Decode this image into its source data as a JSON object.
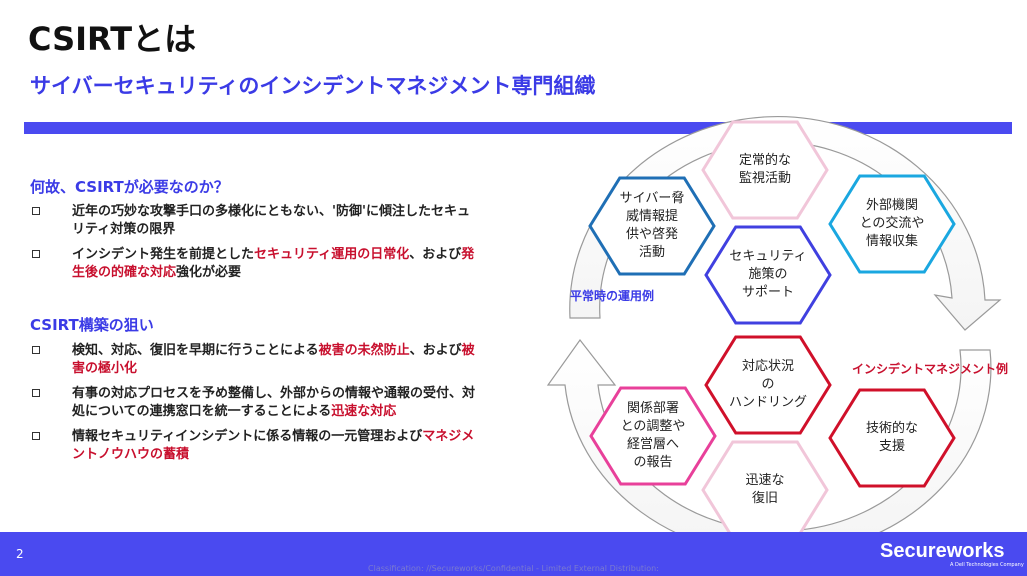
{
  "slide": {
    "title": "CSIRTとは",
    "subtitle": "サイバーセキュリティのインシデントマネジメント専門組織",
    "page_number": "2",
    "classification": "Classification: //Secureworks/Confidential - Limited External Distribution:",
    "logo": "Secureworks",
    "logo_sub": "A Dell Technologies Company"
  },
  "section1": {
    "heading": "何故、CSIRTが必要なのか？",
    "bullets": [
      {
        "text": "近年の巧妙な攻撃手口の多様化にともない、'防御'に傾注したセキュリティ対策の限界"
      },
      {
        "pre": "インシデント発生を前提とした",
        "red1": "セキュリティ運用の日常化",
        "mid": "、および",
        "red2": "発生後の的確な対応",
        "post": "強化が必要"
      }
    ]
  },
  "section2": {
    "heading": "CSIRT構築の狙い",
    "bullets": [
      {
        "pre": "検知、対応、復旧を早期に行うことによる",
        "red1": "被害の未然防止",
        "mid": "、および",
        "red2": "被害の極小化"
      },
      {
        "pre": "有事の対応プロセスを予め整備し、外部からの情報や通報の受付、対処についての連携窓口を統一することによる",
        "red1": "迅速な対応"
      },
      {
        "pre": "情報セキュリティインシデントに係る情報の一元管理および",
        "red1": "マネジメントノウハウの蓄積"
      }
    ]
  },
  "diagram": {
    "normal_ops_label": "平常時の運用例",
    "incident_label": "インシデントマネジメント例",
    "hex": {
      "monitoring": "定常的な\n監視活動",
      "threat_info": "サイバー脅\n威情報提\n供や啓発\n活動",
      "external": "外部機関\nとの交流や\n情報収集",
      "security_support": "セキュリティ\n施策の\nサポート",
      "handling": "対応状況\nの\nハンドリング",
      "reporting": "関係部署\nとの調整や\n経営層へ\nの報告",
      "technical": "技術的な\n支援",
      "recovery": "迅速な\n復旧"
    },
    "colors": {
      "blue_dark": "#1f6fb5",
      "blue_light": "#1aa7e0",
      "purple": "#4040e0",
      "pink_light": "#f1c6d9",
      "red": "#d0102a",
      "pink": "#e8409a",
      "accent": "#4a4af0"
    }
  }
}
